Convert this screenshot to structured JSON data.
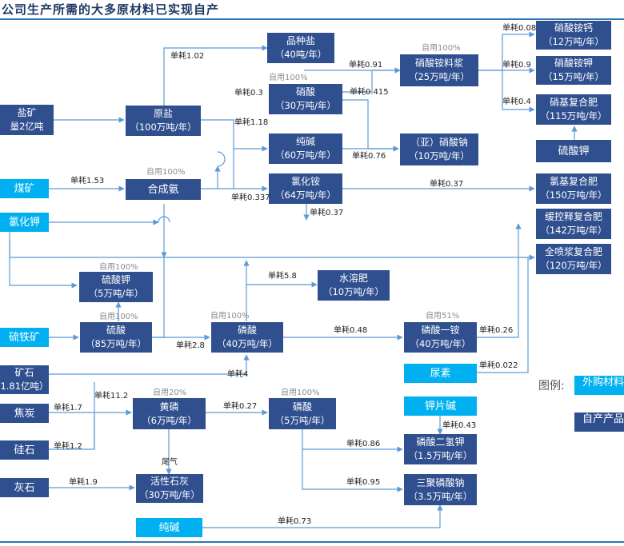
{
  "title": "公司生产所需的大多原材料已实现自产",
  "nodes": {
    "salt_mine": {
      "line1": "盐矿",
      "line2": "量2亿吨"
    },
    "raw_salt": {
      "line1": "原盐",
      "line2": "（100万吨/年）"
    },
    "brand_salt": {
      "line1": "品种盐",
      "line2": "（40吨/年）"
    },
    "nitric_acid": {
      "line1": "硝酸",
      "line2": "（30万吨/年）"
    },
    "soda_ash": {
      "line1": "纯碱",
      "line2": "（60万吨/年）"
    },
    "ammonium_nitrate_slurry": {
      "line1": "硝酸铵料浆",
      "line2": "（25万吨/年）"
    },
    "sodium_nitrite": {
      "line1": "（亚）硝酸钠",
      "line2": "（10万吨/年）"
    },
    "calcium_ammonium_nitrate": {
      "line1": "硝酸铵钙",
      "line2": "（12万吨/年）"
    },
    "ammonium_potassium_nitrate": {
      "line1": "硝酸铵钾",
      "line2": "（15万吨/年）"
    },
    "nitro_compound_fert": {
      "line1": "硝基复合肥",
      "line2": "（115万吨/年）"
    },
    "potassium_sulfate_ext": {
      "line1": "硫酸钾"
    },
    "coal_mine": {
      "line1": "煤矿"
    },
    "synthetic_ammonia": {
      "line1": "合成氨"
    },
    "ammonium_chloride": {
      "line1": "氯化铵",
      "line2": "（64万吨/年）"
    },
    "chloro_compound_fert": {
      "line1": "氯基复合肥",
      "line2": "（150万吨/年）"
    },
    "potassium_chloride": {
      "line1": "氯化钾"
    },
    "controlled_release_fert": {
      "line1": "缓控释复合肥",
      "line2": "（142万吨/年）"
    },
    "full_spray_fert": {
      "line1": "全喷浆复合肥",
      "line2": "（120万吨/年）"
    },
    "potassium_sulfate": {
      "line1": "硫酸钾",
      "line2": "（5万吨/年）"
    },
    "water_soluble_fert": {
      "line1": "水溶肥",
      "line2": "（10万吨/年）"
    },
    "pyrite": {
      "line1": "硫铁矿"
    },
    "sulfuric_acid": {
      "line1": "硫酸",
      "line2": "（85万吨/年）"
    },
    "phosphoric_acid_40": {
      "line1": "磷酸",
      "line2": "（40万吨/年）"
    },
    "map": {
      "line1": "磷酸一铵",
      "line2": "（40万吨/年）"
    },
    "urea": {
      "line1": "尿素"
    },
    "phosphate_rock": {
      "line1": "矿石",
      "line2": "1.81亿吨）"
    },
    "coke": {
      "line1": "焦炭"
    },
    "silica": {
      "line1": "硅石"
    },
    "yellow_phosphorus": {
      "line1": "黄磷",
      "line2": "（6万吨/年）"
    },
    "phosphoric_acid_5": {
      "line1": "磷酸",
      "line2": "（5万吨/年）"
    },
    "potassium_hydroxide": {
      "line1": "钾片碱"
    },
    "mkp": {
      "line1": "磷酸二氢钾",
      "line2": "（1.5万吨/年）"
    },
    "limestone": {
      "line1": "灰石"
    },
    "active_lime": {
      "line1": "活性石灰",
      "line2": "（30万吨/年）"
    },
    "stpp": {
      "line1": "三聚磷酸钠",
      "line2": "（3.5万吨/年）"
    },
    "soda_ext": {
      "line1": "纯碱"
    }
  },
  "labels": {
    "l_102": "单耗1.02",
    "l_03": "单耗0.3",
    "l_118": "单耗1.18",
    "l_091": "单耗0.91",
    "l_0415": "单耗0.415",
    "l_076": "单耗0.76",
    "l_008": "单耗0.08",
    "l_09": "单耗0.9",
    "l_04": "单耗0.4",
    "l_153": "单耗1.53",
    "l_0337": "单耗0.337",
    "l_037a": "单耗0.37",
    "l_037b": "单耗0.37",
    "l_58": "单耗5.8",
    "l_048": "单耗0.48",
    "l_026": "单耗0.26",
    "l_0022": "单耗0.022",
    "l_28": "单耗2.8",
    "l_4": "单耗4",
    "l_112": "单耗11.2",
    "l_17": "单耗1.7",
    "l_12": "单耗1.2",
    "l_027": "单耗0.27",
    "l_043": "单耗0.43",
    "l_086": "单耗0.86",
    "l_095": "单耗0.95",
    "l_19": "单耗1.9",
    "l_073": "单耗0.73",
    "tail_gas": "尾气"
  },
  "self_use": {
    "s_nitric": "自用100%",
    "s_ammonia": "自用100%",
    "s_slurry": "自用100%",
    "s_k2so4": "自用100%",
    "s_h2so4": "自用100%",
    "s_h3po4_40": "自用100%",
    "s_map": "自用51%",
    "s_p4": "自用20%",
    "s_h3po4_5": "自用100%"
  },
  "legend": {
    "title": "图例:",
    "purchased": "外购材料",
    "self_made": "自产产品"
  },
  "colors": {
    "self_made": "#2f4f8f",
    "purchased": "#00b0f0",
    "title": "#1f3864"
  }
}
